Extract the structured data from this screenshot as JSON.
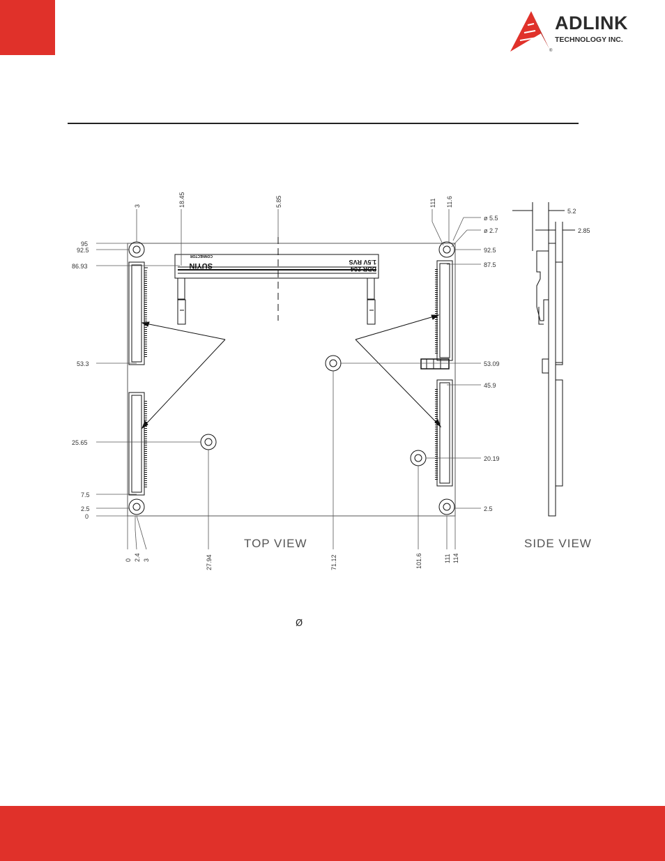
{
  "brand": {
    "name": "ADLINK",
    "tagline": "TECHNOLOGY INC.",
    "registered": "®",
    "accent": "#e0312a"
  },
  "views": {
    "top": "TOP  VIEW",
    "side": "SIDE  VIEW"
  },
  "dims": {
    "left": [
      "95",
      "92.5",
      "86.93",
      "53.3",
      "25.65",
      "7.5",
      "2.5",
      "0"
    ],
    "right": [
      "92.5",
      "87.5",
      "53.09",
      "45.9",
      "20.19",
      "2.5"
    ],
    "top": [
      "3",
      "18.45",
      "5.85",
      "111",
      "11.6"
    ],
    "bottom": [
      "0",
      "2.4",
      "3",
      "27.94",
      "71.12",
      "101.6",
      "111",
      "114"
    ],
    "hole": [
      "ø 5.5",
      "ø 2.7"
    ],
    "side": [
      "5.2",
      "2.85"
    ]
  },
  "connector": {
    "label1": "SUYIN",
    "label2": "1.5V RVS",
    "label3": "DDR 204",
    "label4": "CONNECTOR"
  },
  "diameter_symbol": "Ø"
}
